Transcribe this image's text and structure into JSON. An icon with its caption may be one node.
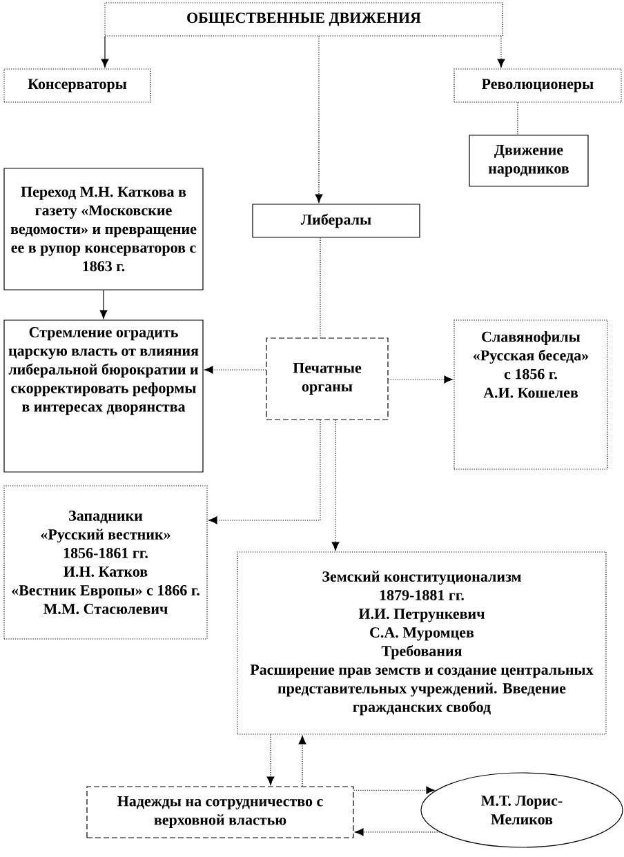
{
  "diagram": {
    "nodes": [
      {
        "text": [
          "ОБЩЕСТВЕННЫЕ ДВИЖЕНИЯ"
        ]
      },
      {
        "text": [
          "Консерваторы"
        ]
      },
      {
        "text": [
          "Революционеры"
        ]
      },
      {
        "text": [
          "Движение народников"
        ]
      },
      {
        "text": [
          "Переход М.Н. Каткова в газету «Московские ведомости» и превращение ее в рупор консерваторов с 1863 г."
        ]
      },
      {
        "text": [
          "Либералы"
        ]
      },
      {
        "text": [
          "Стремление оградить царскую власть от влияния либеральной бюрократии и скорректировать реформы в интересах дворянства"
        ]
      },
      {
        "text": [
          "Печатные органы"
        ]
      },
      {
        "text": [
          "Славянофилы",
          "«Русская беседа»",
          "с 1856 г.",
          "А.И. Кошелев"
        ]
      },
      {
        "text": [
          "Западники",
          "«Русский вестник»",
          "1856-1861 гг.",
          "И.Н. Катков",
          "«Вестник Европы» с 1866 г.",
          "М.М. Стасюлевич"
        ]
      },
      {
        "text": [
          "Земский конституционализм",
          "1879-1881 гг.",
          "И.И. Петрункевич",
          "С.А. Муромцев",
          "Требования",
          "Расширение прав земств и создание центральных представительных учреждений. Введение гражданских свобод"
        ]
      },
      {
        "text": [
          "Надежды на сотрудничество с верховной властью"
        ]
      },
      {
        "text": [
          "М.Т. Лорис-Меликов"
        ]
      }
    ],
    "edges": [
      {
        "from": 0,
        "to": 1,
        "arrow": "to"
      },
      {
        "from": 0,
        "to": 2,
        "arrow": "to",
        "style": "dashed"
      },
      {
        "from": 0,
        "to": 5,
        "arrow": "to",
        "style": "dashed"
      },
      {
        "from": 2,
        "to": 3,
        "arrow": "none",
        "style": "dashed"
      },
      {
        "from": 4,
        "to": 6,
        "arrow": "to"
      },
      {
        "from": 7,
        "to": 6,
        "arrow": "to",
        "style": "dashed"
      },
      {
        "from": 7,
        "to": 8,
        "arrow": "to",
        "style": "dashed"
      },
      {
        "from": 5,
        "to": 7,
        "arrow": "none",
        "style": "dashed"
      },
      {
        "from": 7,
        "to": 9,
        "arrow": "to",
        "style": "dashed"
      },
      {
        "from": 7,
        "to": 10,
        "arrow": "to",
        "style": "dashed"
      },
      {
        "from": 10,
        "to": 11,
        "arrow": "to",
        "style": "dashed"
      },
      {
        "from": 11,
        "to": 10,
        "arrow": "to",
        "style": "dashed"
      },
      {
        "from": 11,
        "to": 12,
        "arrow": "to",
        "style": "dashed"
      },
      {
        "from": 12,
        "to": 11,
        "arrow": "to",
        "style": "dashed"
      }
    ]
  }
}
